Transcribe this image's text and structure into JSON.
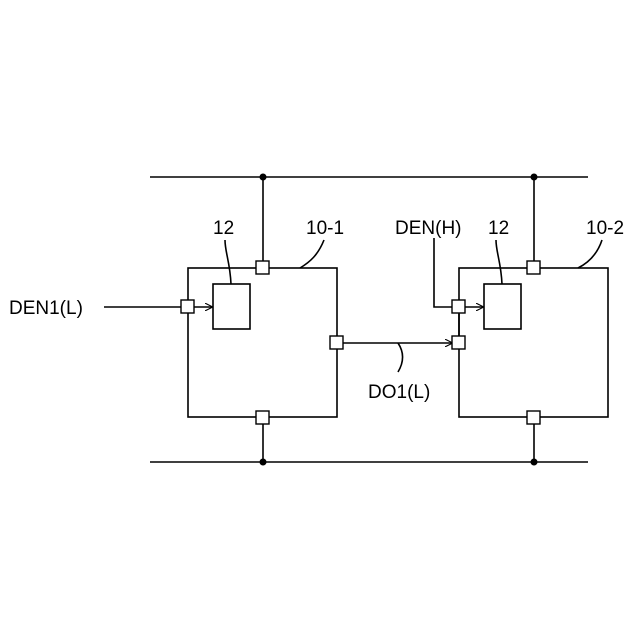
{
  "labels": {
    "inner_block_left": "12",
    "device_left": "10-1",
    "input_left": "DEN1(L)",
    "inner_block_right": "12",
    "device_right": "10-2",
    "input_right": "DEN(H)",
    "output_link": "DO1(L)"
  },
  "colors": {
    "line": "#000000",
    "background": "#ffffff"
  }
}
